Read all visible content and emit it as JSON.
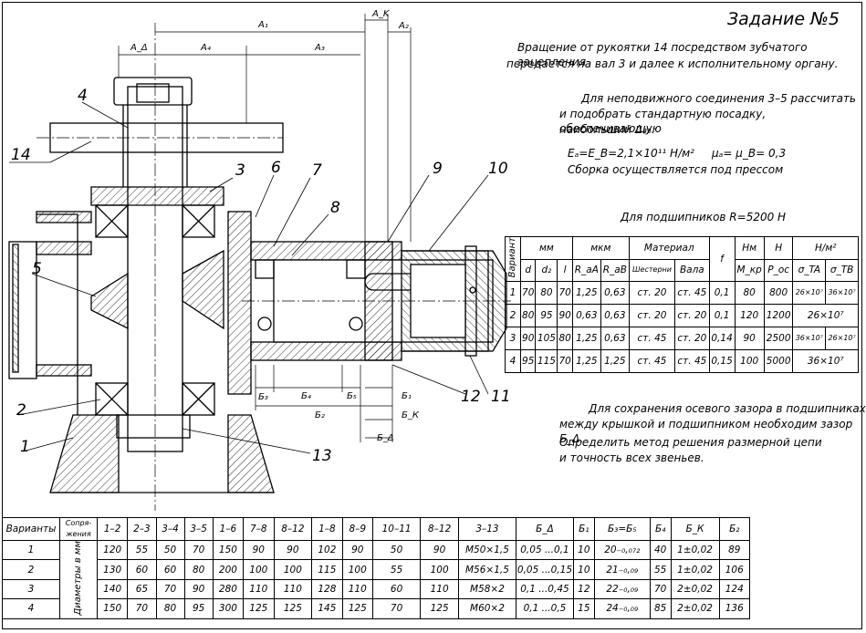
{
  "title": "Задание №5",
  "description": {
    "line1": "Вращение от рукоятки 14 посредством зубчатого зацепления",
    "line2": "передается на вал 3 и далее к исполнительному органу."
  },
  "task": {
    "line1": "Для неподвижного соединения 3–5 рассчитать",
    "line2": "и подобрать стандартную посадку, обеспечивающую",
    "line3": "наибольший Δ₃₃.",
    "formula": "Eₐ=E_B=2,1×10¹¹ Н/м²     μₐ= μ_B= 0,3",
    "assembly": "Сборка осуществляется под прессом"
  },
  "bearings_title": "Для подшипников R=5200 Н",
  "bearings_table": {
    "group_headers": [
      "мм",
      "мкм",
      "Материал",
      "Нм",
      "Н",
      "Н/м²"
    ],
    "variant_label": "Вариант",
    "sub_headers": [
      "d",
      "d₂",
      "l",
      "R_aA",
      "R_aB",
      "Шестерни",
      "Вала",
      "f",
      "M_кр",
      "P_ос",
      "σ_TA",
      "σ_TB"
    ],
    "rows": [
      [
        "1",
        "70",
        "80",
        "70",
        "1,25",
        "0,63",
        "ст. 20",
        "ст. 45",
        "0,1",
        "80",
        "800",
        "26×10⁷",
        "36×10⁷"
      ],
      [
        "2",
        "80",
        "95",
        "90",
        "0,63",
        "0,63",
        "ст. 20",
        "ст. 20",
        "0,1",
        "120",
        "1200",
        "26×10⁷"
      ],
      [
        "3",
        "90",
        "105",
        "80",
        "1,25",
        "0,63",
        "ст. 45",
        "ст. 20",
        "0,14",
        "90",
        "2500",
        "36×10⁷",
        "26×10⁷"
      ],
      [
        "4",
        "95",
        "115",
        "70",
        "1,25",
        "1,25",
        "ст. 45",
        "ст. 45",
        "0,15",
        "100",
        "5000",
        "36×10⁷"
      ]
    ]
  },
  "clearance": {
    "line1": "Для сохранения осевого зазора в подшипниках",
    "line2": "между крышкой и подшипником необходим зазор Б_Δ.",
    "line3": "Определить метод решения размерной цепи",
    "line4": "и точность всех звеньев."
  },
  "variants_table": {
    "headers": [
      "Варианты",
      "Сопря-жения",
      "1–2",
      "2–3",
      "3–4",
      "3–5",
      "1–6",
      "7–8",
      "8–12",
      "1–8",
      "8–9",
      "10–11",
      "8–12",
      "3–13",
      "Б_Δ",
      "Б₁",
      "Б₃=Б₅",
      "Б₄",
      "Б_К",
      "Б₂"
    ],
    "side_label": "Диаметры в мм",
    "rows": [
      [
        "1",
        "120",
        "55",
        "50",
        "70",
        "150",
        "90",
        "90",
        "102",
        "90",
        "50",
        "90",
        "М50×1,5",
        "0,05 ...0,1",
        "10",
        "20₋₀,₀₇₂",
        "40",
        "1±0,02",
        "89"
      ],
      [
        "2",
        "130",
        "60",
        "60",
        "80",
        "200",
        "100",
        "100",
        "115",
        "100",
        "55",
        "100",
        "М56×1,5",
        "0,05 ...0,15",
        "10",
        "21₋₀,₀₉",
        "55",
        "1±0,02",
        "106"
      ],
      [
        "3",
        "140",
        "65",
        "70",
        "90",
        "280",
        "110",
        "110",
        "128",
        "110",
        "60",
        "110",
        "М58×2",
        "0,1 ...0,45",
        "12",
        "22₋₀,₀₉",
        "70",
        "2±0,02",
        "124"
      ],
      [
        "4",
        "150",
        "70",
        "80",
        "95",
        "300",
        "125",
        "125",
        "145",
        "125",
        "70",
        "125",
        "М60×2",
        "0,1 ...0,5",
        "15",
        "24₋₀,₀₉",
        "85",
        "2±0,02",
        "136"
      ]
    ]
  },
  "drawing": {
    "part_numbers": [
      "1",
      "2",
      "3",
      "4",
      "5",
      "6",
      "7",
      "8",
      "9",
      "10",
      "11",
      "12",
      "13",
      "14"
    ],
    "dims_top": [
      "A₁",
      "A_K",
      "A₂",
      "A_Δ",
      "A₄",
      "A₃"
    ],
    "dims_bottom": [
      "Б₃",
      "Б₄",
      "Б₅",
      "Б₁",
      "Б₂",
      "Б_К",
      "Б_Δ"
    ]
  }
}
